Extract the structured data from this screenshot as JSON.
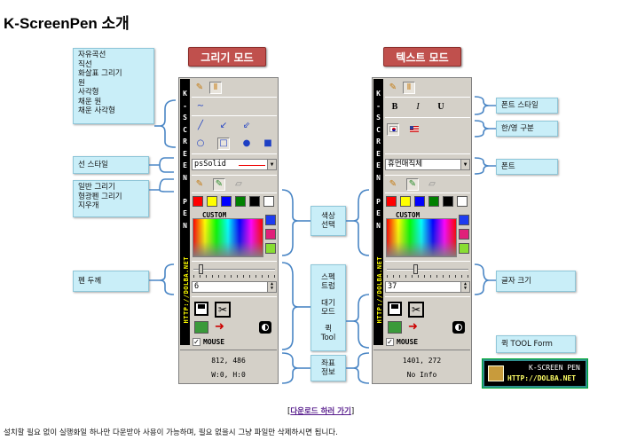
{
  "title": "K-ScreenPen 소개",
  "draw_mode": {
    "tag": "그리기 모드",
    "sidebar_text": "K-SCREEN PEN",
    "url_text": "HTTP://DOLBA.NET",
    "line_style": "psSolid",
    "custom_label": "CUSTOM",
    "pen_size": "6",
    "mouse_label": "MOUSE",
    "coords": "812, 486",
    "wh": "W:0, H:0",
    "palette": [
      "#ff0000",
      "#ffff00",
      "#0000ff",
      "#008000",
      "#000000",
      "#ffffff"
    ],
    "side_colors": [
      "#1e3cf0",
      "#e0207a",
      "#88dd33"
    ]
  },
  "text_mode": {
    "tag": "텍스트 모드",
    "bold": "B",
    "italic": "I",
    "underline": "U",
    "font": "휴먼매직체",
    "custom_label": "CUSTOM",
    "font_size": "37",
    "mouse_label": "MOUSE",
    "coords": "1401, 272",
    "info": "No Info"
  },
  "callouts": {
    "shapes": [
      "자유곡선",
      "직선",
      "화살표 그리기",
      "원",
      "사각형",
      "채운 원",
      "채운 사각형"
    ],
    "line_style": "선 스타일",
    "pen_modes": [
      "일반 그리기",
      "형광펜 그리기",
      "지우개"
    ],
    "pen_width": "펜 두께",
    "color": [
      "색상",
      "선택"
    ],
    "spectrum": [
      "스펙",
      "트럼"
    ],
    "standby": [
      "대기",
      "모드"
    ],
    "quit": [
      "퀵",
      "Tool"
    ],
    "coord_info": [
      "좌표",
      "정보"
    ],
    "font_style": "폰트 스타일",
    "han_eng": "한/영 구분",
    "font": "폰트",
    "font_size": "글자 크기",
    "quick_tool_form": "퀵 TOOL Form"
  },
  "logo": {
    "line1": "K-SCREEN PEN",
    "line2": "HTTP://DOLBA.NET"
  },
  "download": {
    "open": "[",
    "link": "다운로드 하러 가기",
    "close": "]"
  },
  "description": "설치할 필요 없이 실행화일 하나만 다운받아 사용이 가능하며, 필요 없을시 그냥 파일만 삭제하시면 됩니다."
}
